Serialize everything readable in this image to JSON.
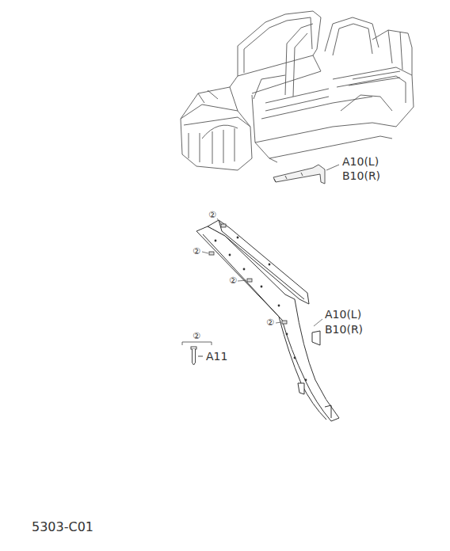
{
  "diagram": {
    "labels": [
      "A10(L)",
      "B10(R)",
      "②",
      "②",
      "②",
      "A10(L)",
      "②",
      "B10(R)",
      "②",
      "A11",
      "5303-C01"
    ]
  }
}
